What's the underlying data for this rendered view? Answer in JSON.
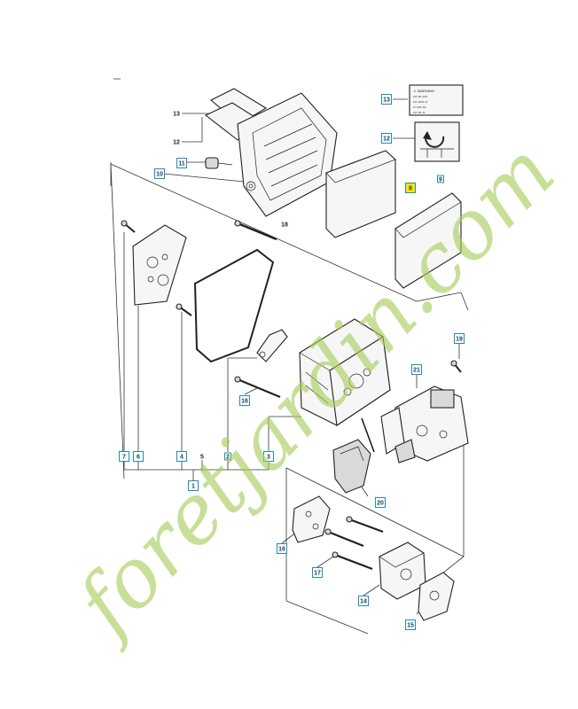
{
  "diagram": {
    "callouts": [
      {
        "id": "c13a",
        "text": "13"
      },
      {
        "id": "c12a",
        "text": "12"
      },
      {
        "id": "c11",
        "text": "11"
      },
      {
        "id": "c10",
        "text": "10"
      },
      {
        "id": "c13b",
        "text": "13"
      },
      {
        "id": "c12b",
        "text": "12"
      },
      {
        "id": "c8",
        "text": "8"
      },
      {
        "id": "c9",
        "text": "9"
      },
      {
        "id": "c18",
        "text": "18"
      },
      {
        "id": "c19",
        "text": "19"
      },
      {
        "id": "c21",
        "text": "21"
      },
      {
        "id": "c16a",
        "text": "16"
      },
      {
        "id": "c7",
        "text": "7"
      },
      {
        "id": "c6",
        "text": "6"
      },
      {
        "id": "c4",
        "text": "4"
      },
      {
        "id": "c5",
        "text": "5"
      },
      {
        "id": "c2",
        "text": "2"
      },
      {
        "id": "c3",
        "text": "3"
      },
      {
        "id": "c1",
        "text": "1"
      },
      {
        "id": "c20",
        "text": "20"
      },
      {
        "id": "c16b",
        "text": "16"
      },
      {
        "id": "c17",
        "text": "17"
      },
      {
        "id": "c14",
        "text": "14"
      },
      {
        "id": "c15",
        "text": "15"
      }
    ],
    "warning_label": {
      "heading": "⚠ WARNING",
      "lines": [
        "••• ••• ••••",
        "••• ••••• ••",
        "•• •••• •••",
        "••• ••• ••"
      ]
    }
  },
  "watermark": {
    "text": "foretjardin.com",
    "color": "#a8cd5a"
  }
}
